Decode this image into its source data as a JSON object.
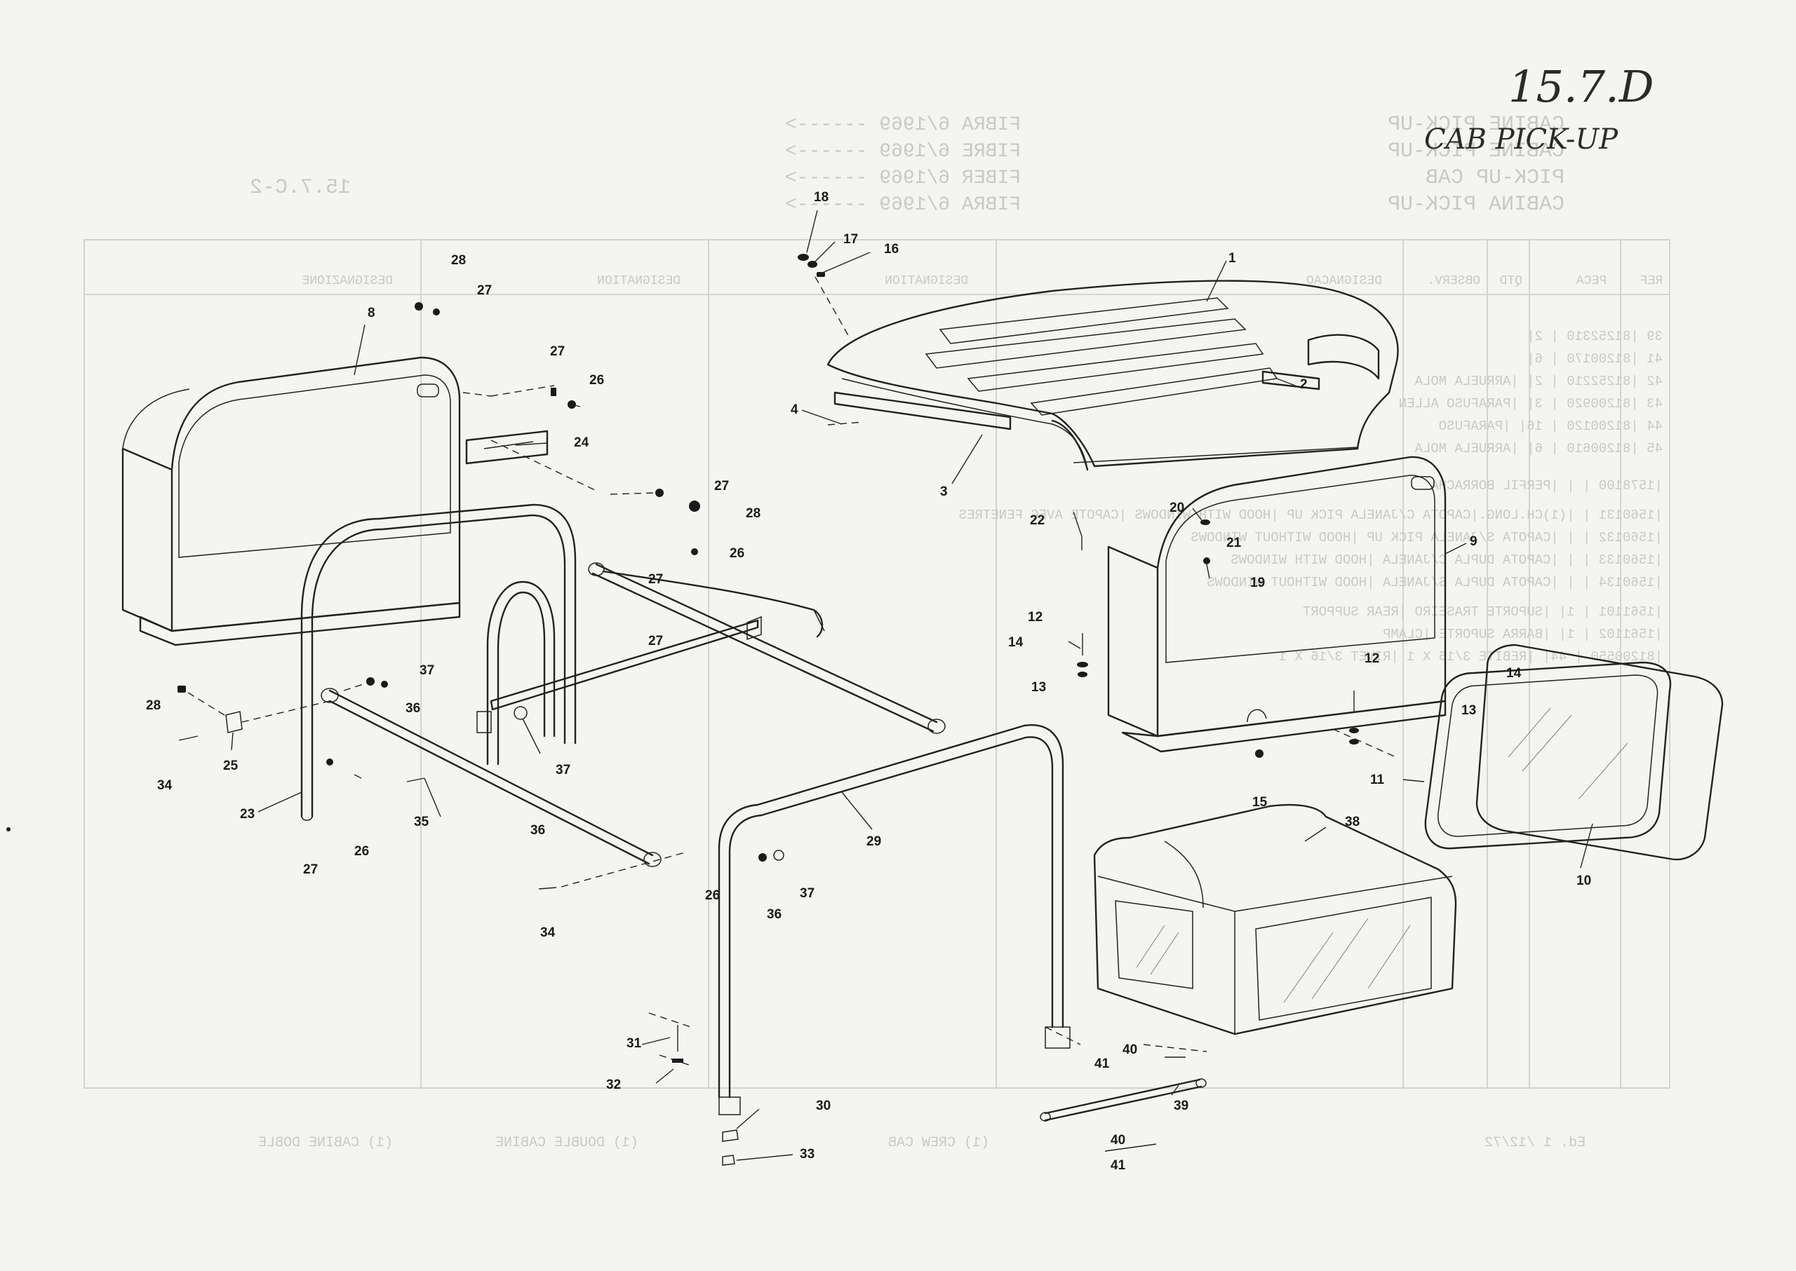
{
  "sheet": {
    "handwritten_ref": "15.7.D",
    "handwritten_title": "CAB PICK-UP"
  },
  "bleed_through": {
    "titles": [
      "CABINE PICK-UP",
      "CABINE PICK-UP",
      "PICK-UP CAB",
      "CABINA PICK-UP"
    ],
    "fibre_lines": [
      "FIBRA  6/1969 ------>",
      "FIBRE  6/1969 ------>",
      "FIBER  6/1969 ------>",
      "FIBRA  6/1969 ------>"
    ],
    "page_ref": "15.7.C-2",
    "headers": [
      "REF",
      "PECA",
      "QTD",
      "OBSERV.",
      "DESIGNACAO",
      "DESIGNATION",
      "DESIGNATION",
      "DESIGNAZIONE"
    ],
    "rows": [
      "39 |81252310 |  2|",
      "41 |81200170 |  6|",
      "42 |81252210 |  2|     |ARRUELA MOLA",
      "43 |81200920 |  3|     |PARAFUSO ALLEN",
      "44 |81200120 | 16|     |PARAFUSO",
      "45 |81200610 |  6|     |ARRUELA MOLA",
      "   |1578100  |   |     |PERFIL BORRACHA",
      "   |1560131  |   |(1)CH.LONG.|CAPOTA C/JANELA PICK UP  |HOOD WITH WINDOWS  |CAPOTE AVEC FENETRES",
      "   |1560132  |   |     |CAPOTA S/JANELA PICK UP   |HOOD WITHOUT WINDOWS",
      "   |1560133  |   |     |CAPOTA DUPLA C/JANELA     |HOOD WITH WINDOWS",
      "   |1560134  |   |     |CAPOTA DUPLA S/JANELA     |HOOD WITHOUT WINDOWS",
      "   |1561101  |  1|     |SUPORTE TRASEIRO          |REAR SUPPORT",
      "   |1561102  |  1|     |BARRA SUPORTE             |CLAMP",
      "   |81200550 | 44|     |REBITE 3/16 X 1           |RIVET 3/16 X 1"
    ],
    "footer": [
      "Ed. 1 /12/72",
      "(1) CREW CAB",
      "(1) DOUBLE CABINE",
      "(1) CABINE DOBLE"
    ]
  },
  "callouts": [
    {
      "label": "1"
    },
    {
      "label": "2"
    },
    {
      "label": "3"
    },
    {
      "label": "4"
    },
    {
      "label": "8"
    },
    {
      "label": "9"
    },
    {
      "label": "10"
    },
    {
      "label": "11"
    },
    {
      "label": "12"
    },
    {
      "label": "13"
    },
    {
      "label": "14"
    },
    {
      "label": "12"
    },
    {
      "label": "13"
    },
    {
      "label": "14"
    },
    {
      "label": "15"
    },
    {
      "label": "16"
    },
    {
      "label": "17"
    },
    {
      "label": "18"
    },
    {
      "label": "19"
    },
    {
      "label": "20"
    },
    {
      "label": "21"
    },
    {
      "label": "22"
    },
    {
      "label": "23"
    },
    {
      "label": "24"
    },
    {
      "label": "25"
    },
    {
      "label": "26"
    },
    {
      "label": "26"
    },
    {
      "label": "26"
    },
    {
      "label": "26"
    },
    {
      "label": "27"
    },
    {
      "label": "27"
    },
    {
      "label": "27"
    },
    {
      "label": "27"
    },
    {
      "label": "27"
    },
    {
      "label": "27"
    },
    {
      "label": "28"
    },
    {
      "label": "28"
    },
    {
      "label": "28"
    },
    {
      "label": "29"
    },
    {
      "label": "30"
    },
    {
      "label": "31"
    },
    {
      "label": "32"
    },
    {
      "label": "33"
    },
    {
      "label": "34"
    },
    {
      "label": "34"
    },
    {
      "label": "35"
    },
    {
      "label": "36"
    },
    {
      "label": "36"
    },
    {
      "label": "37"
    },
    {
      "label": "37"
    },
    {
      "label": "37"
    },
    {
      "label": "36"
    },
    {
      "label": "38"
    },
    {
      "label": "39"
    },
    {
      "label": "40"
    },
    {
      "label": "41"
    },
    {
      "label": "40"
    },
    {
      "label": "41"
    }
  ]
}
